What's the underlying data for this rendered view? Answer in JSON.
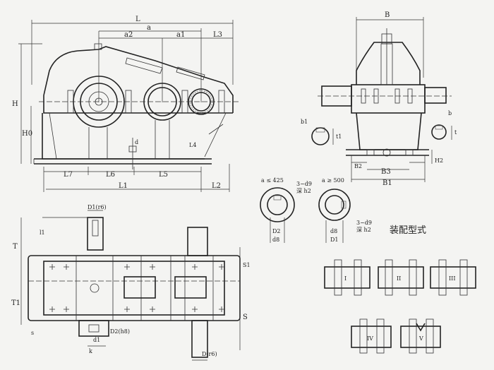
{
  "front_view": {
    "labels": {
      "L": "L",
      "a": "a",
      "a2": "a2",
      "a1": "a1",
      "L3": "L3",
      "H": "H",
      "H0": "H0",
      "d": "d",
      "L4": "L4",
      "L7": "L7",
      "L6": "L6",
      "L5": "L5",
      "L1": "L1",
      "L2": "L2"
    }
  },
  "side_view": {
    "labels": {
      "B": "B",
      "b1": "b1",
      "t1": "t1",
      "b": "b",
      "t": "t",
      "B2": "B2",
      "B3": "B3",
      "B1": "B1",
      "H2": "H2"
    }
  },
  "top_view": {
    "labels": {
      "D1": "D1(r6)",
      "l1": "l1",
      "T": "T",
      "T1": "T1",
      "S1": "S1",
      "S": "S",
      "D2": "D2(h8)",
      "d1": "d1",
      "k": "k",
      "D": "D(r6)",
      "s": "s"
    }
  },
  "keyway_details": {
    "left": {
      "condition": "a ≤ 425",
      "fit": "3~d9",
      "fit2": "深 h2",
      "d2": "D2",
      "d": "d8"
    },
    "right": {
      "condition": "a ≥ 500",
      "fit": "3~d9",
      "fit2": "深 h2",
      "d8": "d8",
      "d1": "D1"
    }
  },
  "assembly": {
    "title": "装配型式",
    "types": [
      "I",
      "II",
      "III",
      "IV",
      "V"
    ]
  }
}
